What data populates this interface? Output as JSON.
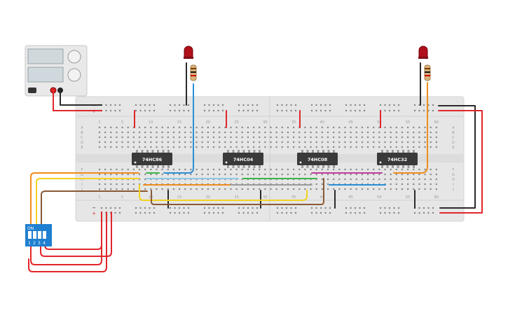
{
  "chips": [
    {
      "label": "74HC86"
    },
    {
      "label": "74HC04"
    },
    {
      "label": "74HC08"
    },
    {
      "label": "74HC32"
    }
  ],
  "column_numbers": [
    "1",
    "5",
    "10",
    "15",
    "20",
    "25",
    "30",
    "35",
    "40",
    "45",
    "50",
    "55",
    "60"
  ],
  "top_row_letters": [
    "A",
    "B",
    "C",
    "D",
    "E"
  ],
  "bottom_row_letters": [
    "F",
    "G",
    "H",
    "I",
    "J"
  ],
  "rail_signs": {
    "minus": "−",
    "plus": "+"
  },
  "dip_switch": {
    "on_label": "ON",
    "numbers": [
      "1",
      "2",
      "3",
      "4"
    ]
  },
  "colors": {
    "red_wire": "#e1262b",
    "black_wire": "#2b2b2b",
    "orange_wire": "#f08c1a",
    "yellow_wire": "#f2d220",
    "brown_wire": "#8a5a35",
    "blue_wire": "#2a8fd6",
    "light_blue_wire": "#8fc9e8",
    "green_wire": "#39b54a",
    "magenta_wire": "#c23a9e",
    "breadboard": "#e6e6e6",
    "chip": "#3a3a3a",
    "switch": "#1f7fd0",
    "led": "#b0101a"
  }
}
